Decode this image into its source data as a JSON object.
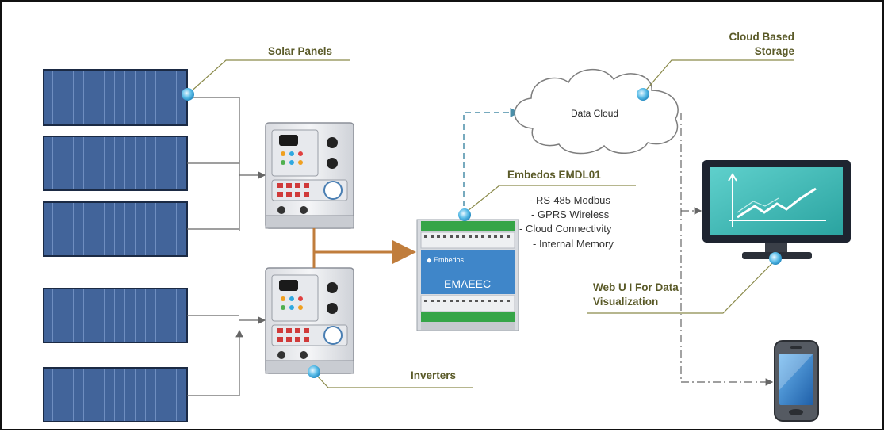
{
  "labels": {
    "solar_panels": "Solar Panels",
    "inverters": "Inverters",
    "cloud_line1": "Cloud Based",
    "cloud_line2": "Storage",
    "data_cloud": "Data Cloud",
    "embedos_title": "Embedos EMDL01",
    "web_ui_line1": "Web U I For Data",
    "web_ui_line2": "Visualization"
  },
  "features": [
    "- RS-485 Modbus",
    "- GPRS Wireless",
    "- Cloud Connectivity",
    "- Internal Memory"
  ],
  "device": {
    "brand": "Embedos",
    "model": "EMAEEC"
  },
  "colors": {
    "panel": "#3e5d8f",
    "callout_line": "#8a8a4a",
    "label_text": "#5a5a28",
    "power_line": "#c07d3c",
    "data_dashed": "#4a8ea8",
    "monitor_screen": "#3fb9b5",
    "device_body": "#3f86c9",
    "terminal_green": "#36a548",
    "dot": "#5bbde8"
  }
}
